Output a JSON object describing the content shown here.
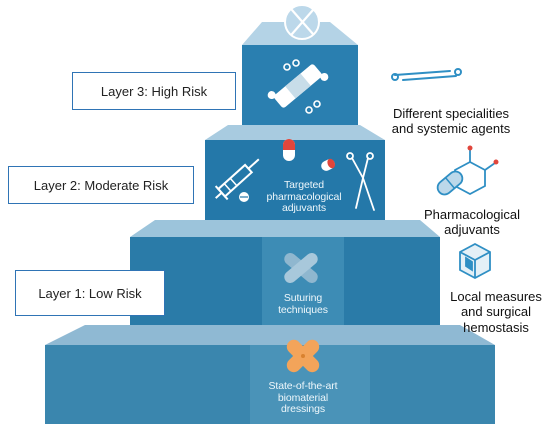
{
  "layers": [
    {
      "label": "Layer 3: High Risk"
    },
    {
      "label": "Layer 2: Moderate Risk"
    },
    {
      "label": "Layer 1: Low Risk"
    }
  ],
  "tiers": {
    "moderate_center": "Targeted pharmacological adjuvants",
    "low_center": "Suturing techniques",
    "base_center": "State-of-the-art biomaterial dressings"
  },
  "side_notes": {
    "top": "Different specialities and systemic agents",
    "middle": "Pharmacological adjuvants",
    "bottom": "Local measures and surgical hemostasis"
  },
  "colors": {
    "tier_top": "#2a7fb0",
    "tier_mid": "#2478a9",
    "tier_low": "#2a7ba8",
    "tier_base": "#3a86ae",
    "box_border": "#2f74b5",
    "accent_orange": "#f3a45a",
    "accent_red": "#e0463c"
  },
  "icons": [
    "scissors-icon",
    "bandage-icon",
    "syringe-icon",
    "capsule-icon",
    "forceps-icon",
    "molecule-icon",
    "cube-icon",
    "scalpel-icon"
  ]
}
